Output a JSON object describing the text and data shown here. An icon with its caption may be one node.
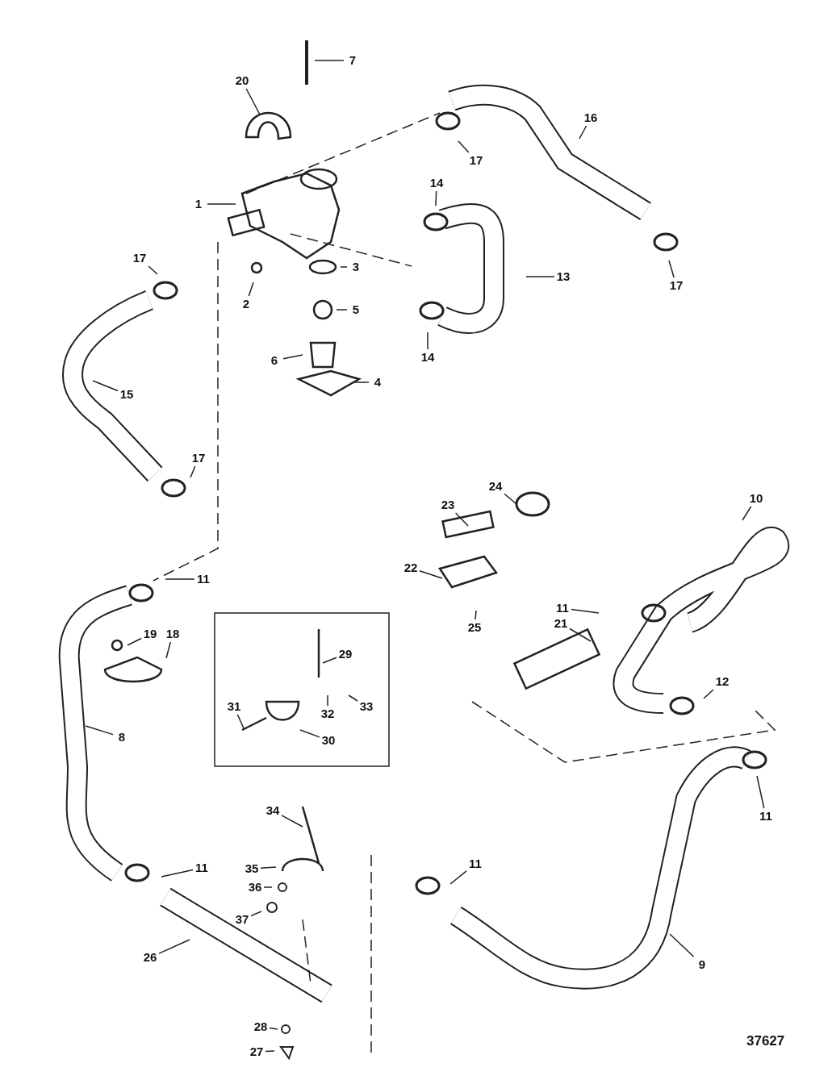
{
  "diagram": {
    "nodes": [
      {
        "text": [
          "7"
        ]
      },
      {
        "text": [
          "20"
        ]
      },
      {
        "text": [
          "16"
        ]
      },
      {
        "text": [
          "17"
        ]
      },
      {
        "text": [
          "14"
        ]
      },
      {
        "text": [
          "1"
        ]
      },
      {
        "text": [
          "17"
        ]
      },
      {
        "text": [
          "17"
        ]
      },
      {
        "text": [
          "3"
        ]
      },
      {
        "text": [
          "13"
        ]
      },
      {
        "text": [
          "2"
        ]
      },
      {
        "text": [
          "5"
        ]
      },
      {
        "text": [
          "14"
        ]
      },
      {
        "text": [
          "6"
        ]
      },
      {
        "text": [
          "4"
        ]
      },
      {
        "text": [
          "15"
        ]
      },
      {
        "text": [
          "17"
        ]
      },
      {
        "text": [
          "24"
        ]
      },
      {
        "text": [
          "10"
        ]
      },
      {
        "text": [
          "23"
        ]
      },
      {
        "text": [
          "22"
        ]
      },
      {
        "text": [
          "11"
        ]
      },
      {
        "text": [
          "11"
        ]
      },
      {
        "text": [
          "21"
        ]
      },
      {
        "text": [
          "25"
        ]
      },
      {
        "text": [
          "19"
        ]
      },
      {
        "text": [
          "18"
        ]
      },
      {
        "text": [
          "29"
        ]
      },
      {
        "text": [
          "12"
        ]
      },
      {
        "text": [
          "31"
        ]
      },
      {
        "text": [
          "32"
        ]
      },
      {
        "text": [
          "33"
        ]
      },
      {
        "text": [
          "8"
        ]
      },
      {
        "text": [
          "30"
        ]
      },
      {
        "text": [
          "34"
        ]
      },
      {
        "text": [
          "11"
        ]
      },
      {
        "text": [
          "11"
        ]
      },
      {
        "text": [
          "11"
        ]
      },
      {
        "text": [
          "35"
        ]
      },
      {
        "text": [
          "36"
        ]
      },
      {
        "text": [
          "37"
        ]
      },
      {
        "text": [
          "26"
        ]
      },
      {
        "text": [
          "9"
        ]
      },
      {
        "text": [
          "28"
        ]
      },
      {
        "text": [
          "27"
        ]
      }
    ],
    "edges": [
      {
        "from": 0,
        "to": null,
        "arrow": "none"
      },
      {
        "from": 1,
        "to": null,
        "arrow": "none"
      },
      {
        "from": 2,
        "to": null,
        "arrow": "none"
      },
      {
        "from": 3,
        "to": null,
        "arrow": "none"
      },
      {
        "from": 4,
        "to": null,
        "arrow": "none"
      },
      {
        "from": 5,
        "to": null,
        "arrow": "none"
      },
      {
        "from": 6,
        "to": null,
        "arrow": "none"
      },
      {
        "from": 7,
        "to": null,
        "arrow": "none"
      },
      {
        "from": 8,
        "to": null,
        "arrow": "none"
      },
      {
        "from": 9,
        "to": null,
        "arrow": "none"
      },
      {
        "from": 10,
        "to": null,
        "arrow": "none"
      },
      {
        "from": 11,
        "to": null,
        "arrow": "none"
      },
      {
        "from": 12,
        "to": null,
        "arrow": "none"
      },
      {
        "from": 13,
        "to": null,
        "arrow": "none"
      },
      {
        "from": 14,
        "to": null,
        "arrow": "none"
      },
      {
        "from": 15,
        "to": null,
        "arrow": "none"
      },
      {
        "from": 16,
        "to": null,
        "arrow": "none"
      },
      {
        "from": 17,
        "to": null,
        "arrow": "none"
      },
      {
        "from": 18,
        "to": null,
        "arrow": "none"
      },
      {
        "from": 19,
        "to": null,
        "arrow": "none"
      },
      {
        "from": 20,
        "to": null,
        "arrow": "none"
      },
      {
        "from": 21,
        "to": null,
        "arrow": "none"
      },
      {
        "from": 22,
        "to": null,
        "arrow": "none"
      },
      {
        "from": 23,
        "to": null,
        "arrow": "none"
      },
      {
        "from": 24,
        "to": null,
        "arrow": "none"
      },
      {
        "from": 25,
        "to": null,
        "arrow": "none"
      },
      {
        "from": 26,
        "to": null,
        "arrow": "none"
      },
      {
        "from": 27,
        "to": null,
        "arrow": "none"
      },
      {
        "from": 28,
        "to": null,
        "arrow": "none"
      },
      {
        "from": 29,
        "to": null,
        "arrow": "none"
      },
      {
        "from": 30,
        "to": null,
        "arrow": "none"
      },
      {
        "from": 31,
        "to": null,
        "arrow": "none"
      },
      {
        "from": 32,
        "to": null,
        "arrow": "none"
      },
      {
        "from": 33,
        "to": null,
        "arrow": "none"
      },
      {
        "from": 34,
        "to": null,
        "arrow": "none"
      },
      {
        "from": 35,
        "to": null,
        "arrow": "none"
      },
      {
        "from": 36,
        "to": null,
        "arrow": "none"
      },
      {
        "from": 37,
        "to": null,
        "arrow": "none"
      },
      {
        "from": 38,
        "to": null,
        "arrow": "none"
      },
      {
        "from": 39,
        "to": null,
        "arrow": "none"
      },
      {
        "from": 40,
        "to": null,
        "arrow": "none"
      },
      {
        "from": 41,
        "to": null,
        "arrow": "none"
      },
      {
        "from": 42,
        "to": null,
        "arrow": "none"
      },
      {
        "from": 43,
        "to": null,
        "arrow": "none"
      },
      {
        "from": 44,
        "to": null,
        "arrow": "none"
      }
    ],
    "labels": [
      "37627"
    ]
  }
}
